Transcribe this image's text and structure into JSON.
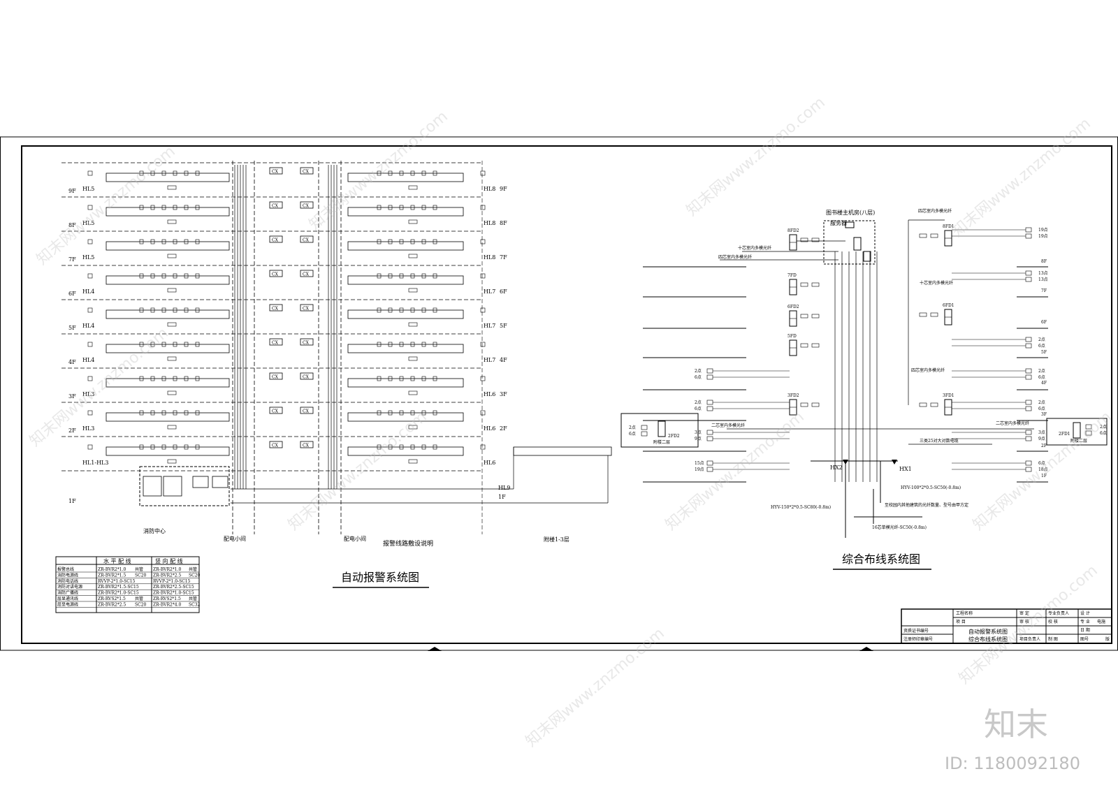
{
  "alarm": {
    "title": "自动报警系统图",
    "cable_note": "报警线路敷设说明",
    "annex_label": "附楼1-3层",
    "dist_room_1": "配电小间",
    "dist_room_2": "配电小间",
    "fire_center": "消防中心",
    "floors": [
      {
        "floor": "9F",
        "left": "HL5",
        "right": "HL8",
        "rfloor": "9F"
      },
      {
        "floor": "8F",
        "left": "HL5",
        "right": "HL8",
        "rfloor": "8F"
      },
      {
        "floor": "7F",
        "left": "HL5",
        "right": "HL8",
        "rfloor": "7F"
      },
      {
        "floor": "6F",
        "left": "HL4",
        "right": "HL7",
        "rfloor": "6F"
      },
      {
        "floor": "5F",
        "left": "HL4",
        "right": "HL7",
        "rfloor": "5F"
      },
      {
        "floor": "4F",
        "left": "HL4",
        "right": "HL7",
        "rfloor": "4F"
      },
      {
        "floor": "3F",
        "left": "HL3",
        "right": "HL6",
        "rfloor": "3F"
      },
      {
        "floor": "2F",
        "left": "HL3",
        "right": "HL6",
        "rfloor": "2F"
      },
      {
        "floor": "",
        "left": "HL1-HL3",
        "right": "HL6",
        "rfloor": ""
      }
    ],
    "bottom_floor": "1F",
    "hl9": "HL9",
    "hl9_floor": "1F",
    "cx": "CX",
    "table": {
      "h_horizontal": "水 平 配 线",
      "h_vertical": "竖 向 配 线",
      "rows": [
        [
          "报警总线",
          "ZR-BVR2*1.0",
          "共管",
          "ZR-BVR2*1.0",
          "共管"
        ],
        [
          "消防电源线",
          "ZR-BVR2*1.5",
          "SC20",
          "ZR-BVR2*2.5",
          "SC20"
        ],
        [
          "消防电话线",
          "RVVP-2*1.0-SC15",
          "",
          "RVVP-2*1.0-SC15",
          ""
        ],
        [
          "消防对讲电源",
          "ZR-BVR2*1.5-SC15",
          "",
          "ZR-BVR2*2.5-SC15",
          ""
        ],
        [
          "消防广播线",
          "ZR-BVR2*1.0-SC15",
          "",
          "ZR-BVR2*1.0-SC15",
          ""
        ],
        [
          "层显通讯线",
          "ZR-RVS2*1.5",
          "共管",
          "ZR-RVS2*1.5",
          "共管"
        ],
        [
          "层显电源线",
          "ZR-BVR2*2.5",
          "SC20",
          "ZR-BVR2*4.0",
          "SC32"
        ]
      ]
    }
  },
  "cabling": {
    "title": "综合布线系统图",
    "machine_room": "图书楼主机房(八层)",
    "server": "服务器",
    "fd": [
      "8FD2",
      "7FD",
      "6FD2",
      "5FD",
      "3FD2",
      "8FD1",
      "6FD1",
      "3FD1",
      "2FD2",
      "2FD1"
    ],
    "fiber_10": "十芯室内多模光纤",
    "fiber_4a": "四芯室内多模光纤",
    "fiber_4b": "四芯室内多模光纤",
    "fiber_4c": "四芯室内多模光纤",
    "fiber_10b": "十芯室内多模光纤",
    "fiber_2a": "二芯室内多模光纤",
    "fiber_2b": "二芯室内多模光纤",
    "copper_25": "三类25对大对数电缆",
    "annex_2": "附楼二层",
    "annex_2r": "附楼二层",
    "hx1": "HX1",
    "hx2": "HX2",
    "cable_hyv100": "HYV-100*2*0.5-SC50(-0.8m)",
    "cable_hyv150": "HYV-150*2*0.5-SC80(-0.8m)",
    "campus_note": "至校园内其他建筑的光纤数量、型号由甲方定",
    "fiber_16": "16芯单模光纤-SC50(-0.8m)",
    "right_points": [
      [
        "19点",
        "19点"
      ],
      [
        "13点",
        "13点"
      ],
      [
        "2点",
        "6点"
      ],
      [
        "2点",
        "6点"
      ],
      [
        "2点",
        "6点"
      ],
      [
        "3点",
        "9点"
      ],
      [
        "6点",
        "18点"
      ]
    ],
    "left_points": [
      [
        "2点",
        "6点"
      ],
      [
        "2点",
        "6点"
      ],
      [
        "3点",
        "9点"
      ],
      [
        "15点",
        "19点"
      ]
    ],
    "annex_points": [
      "2点",
      "6点"
    ],
    "annex_points_r": [
      "2点",
      "6点"
    ],
    "right_floors": [
      "8F",
      "7F",
      "6F",
      "5F",
      "4F",
      "3F",
      "2F",
      "1F"
    ]
  },
  "titleblock": {
    "project_name": "工程名称",
    "item": "项  目",
    "approve": "审  定",
    "prof_lead": "专业负责人",
    "design": "设 计",
    "sheet_title_1": "自动报警系统图",
    "sheet_title_2": "综合布线系统图",
    "review": "审  核",
    "check": "校 核",
    "pro": "专 业",
    "pro_val": "电施",
    "proj_lead": "项目负责人",
    "draw": "制 图",
    "date": "日 期",
    "cert": "注册师印章编号",
    "cert2": "资质证书编号",
    "draw_no": "图号",
    "version": "版"
  },
  "watermark": {
    "text": "知末网www.znzmo.com",
    "brand": "知末",
    "id": "ID: 1180092180"
  }
}
